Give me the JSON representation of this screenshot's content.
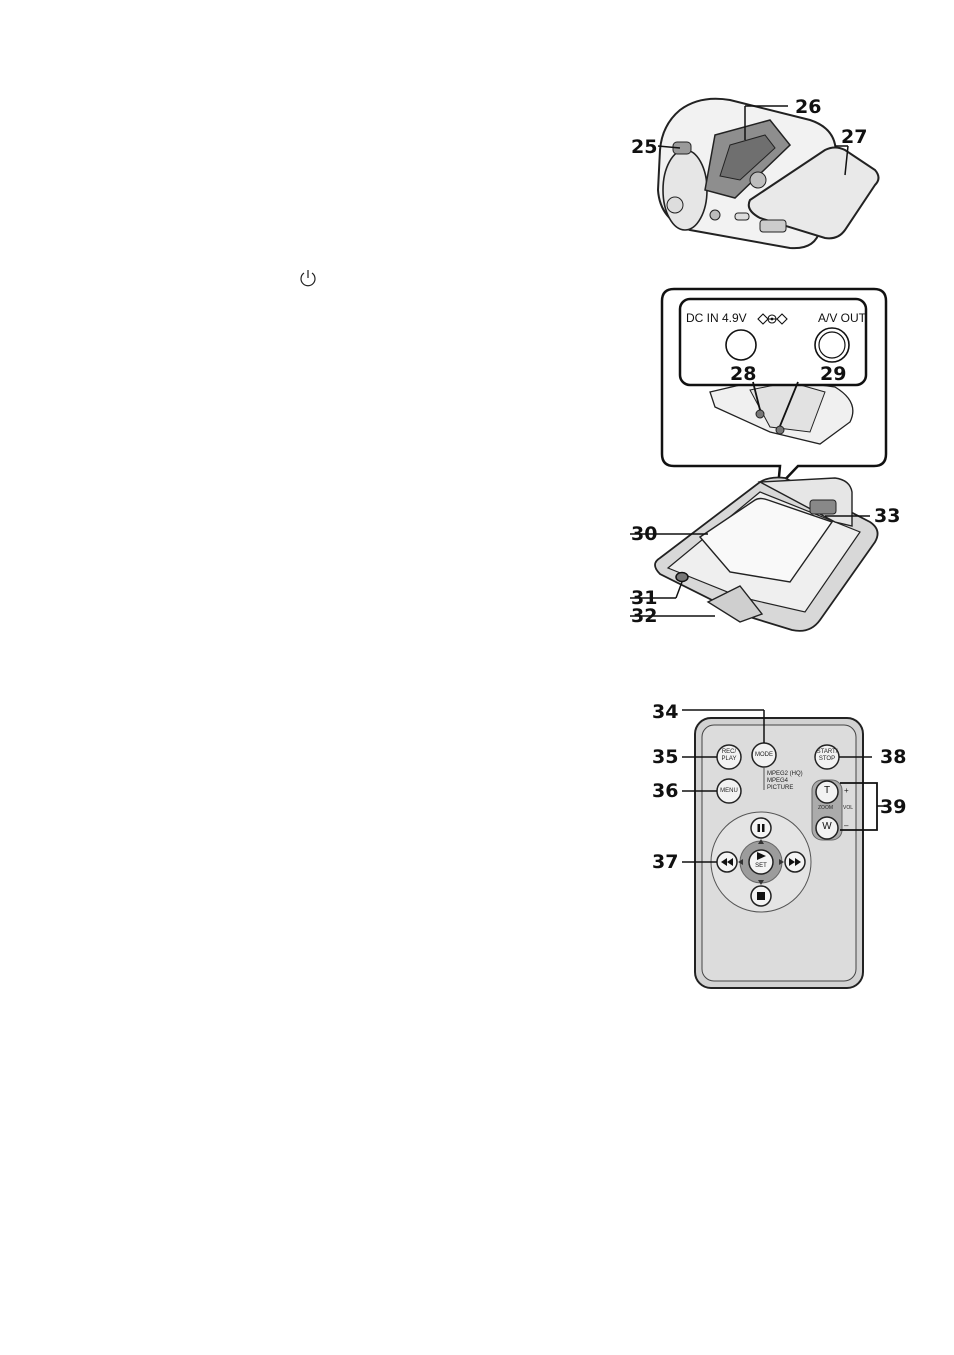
{
  "power_symbol": "power-icon",
  "camera": {
    "callouts": [
      "25",
      "26",
      "27"
    ]
  },
  "connectors": {
    "dc_label": "DC IN 4.9V",
    "dc_polarity_icon": "dc-polarity-icon",
    "av_label": "A/V OUT",
    "callouts": [
      "28",
      "29"
    ]
  },
  "cradle": {
    "callouts": [
      "30",
      "31",
      "32",
      "33"
    ]
  },
  "remote": {
    "rec_play": "REC/\nPLAY",
    "rec": "REC/",
    "play": "PLAY",
    "mode": "MODE",
    "start": "START/",
    "stop": "STOP",
    "menu": "MENU",
    "modes": [
      "MPEG2 (HQ)",
      "MPEG4",
      "PICTURE"
    ],
    "t": "T",
    "w": "W",
    "zoom": "ZOOM",
    "vol": "VOL",
    "plus": "+",
    "minus": "–",
    "set": "SET",
    "callouts": [
      "34",
      "35",
      "36",
      "37",
      "38",
      "39"
    ]
  }
}
